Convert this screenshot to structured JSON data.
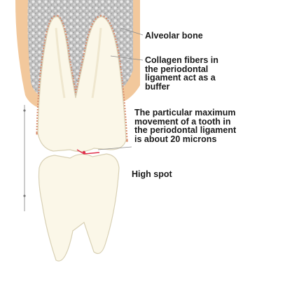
{
  "labels": {
    "alveolar_bone": "Alveolar bone",
    "collagen": [
      "Collagen fibers in",
      "the periodontal",
      "ligament act as a",
      "buffer"
    ],
    "movement": [
      "The particular maximum",
      "movement of a tooth in",
      "the periodontal ligament",
      "is about 20 microns"
    ],
    "high_spot": "High spot"
  },
  "colors": {
    "gum": "#f2c89c",
    "bone": "#b8b8b8",
    "bone_dark": "#8e8e8e",
    "ligament": "#d98a6a",
    "enamel": "#fbf7e8",
    "tooth_outline": "#d8d0b4",
    "label_text": "#1a1a1a",
    "contact": "#e0304a"
  }
}
